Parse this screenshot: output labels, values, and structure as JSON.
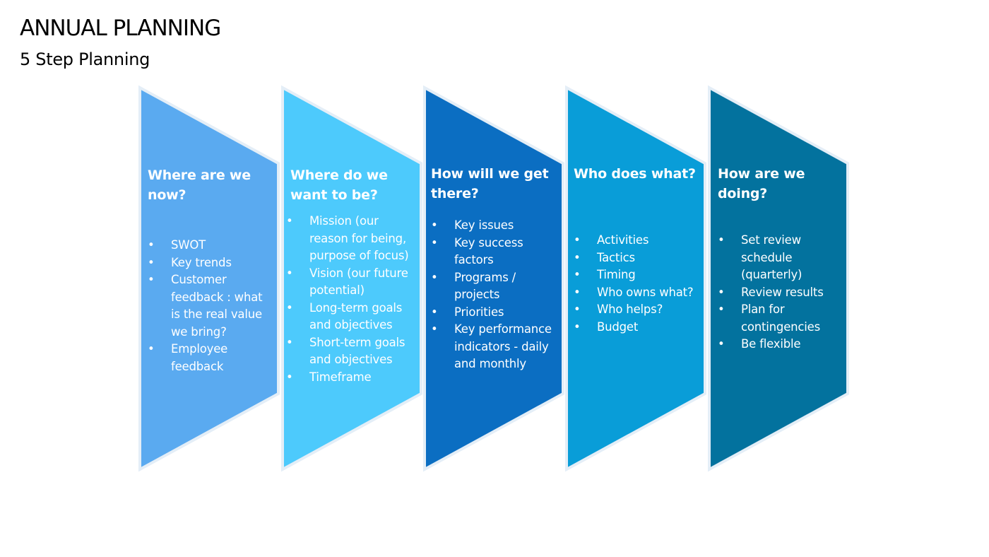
{
  "slide": {
    "title": "ANNUAL PLANNING",
    "subtitle": "5 Step Planning"
  },
  "steps": [
    {
      "title": "Where are we now?",
      "fill": "#5aaaf0",
      "text_color": "#ffffff",
      "items": [
        "SWOT",
        "Key trends",
        "Customer feedback : what is the real value we bring?",
        "Employee feedback"
      ]
    },
    {
      "title": "Where do we want to be?",
      "fill": "#4dcafc",
      "text_color": "#ffffff",
      "items": [
        "Mission (our reason for being, purpose of focus)",
        "Vision (our future potential)",
        "Long-term goals and objectives",
        "Short-term goals and objectives",
        "Timeframe"
      ]
    },
    {
      "title": "How will we get there?",
      "fill": "#0b6ec2",
      "text_color": "#ffffff",
      "items": [
        "Key issues",
        "Key success factors",
        "Programs / projects",
        "Priorities",
        "Key performance indicators - daily and monthly"
      ]
    },
    {
      "title": "Who does what?",
      "fill": "#099dd8",
      "text_color": "#ffffff",
      "items": [
        "Activities",
        "Tactics",
        "Timing",
        "Who owns what?",
        "Who helps?",
        "Budget"
      ]
    },
    {
      "title": "How are we doing?",
      "fill": "#03729e",
      "text_color": "#ffffff",
      "items": [
        "Set review schedule (quarterly)",
        "Review results",
        "Plan for contingencies",
        "Be flexible"
      ]
    }
  ]
}
